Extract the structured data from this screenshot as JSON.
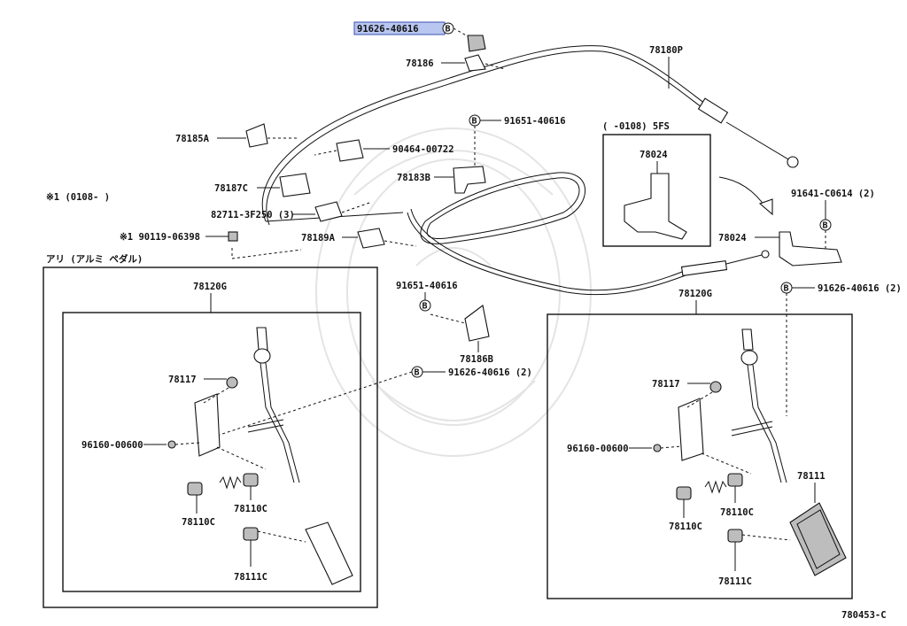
{
  "diagram_code": "780453-C",
  "highlighted_part": "91626-40616",
  "callout_letter": "B",
  "groups": {
    "note1": "※1 (0108-     )",
    "aluminum_pedal": "アリ (アルミ  ペダル)",
    "mt_5fs": "(     -0108) 5FS"
  },
  "labels": {
    "p91626_top": "91626-40616",
    "p78186": "78186",
    "p78180P": "78180P",
    "p91651_a": "91651-40616",
    "p78185A": "78185A",
    "p90464": "90464-00722",
    "p78183B": "78183B",
    "p78187C": "78187C",
    "p82711": "82711-3F250 (3)",
    "p90119": "※1 90119-06398",
    "p78189A": "78189A",
    "p78024_inset": "78024",
    "p78024": "78024",
    "p91641": "91641-C0614 (2)",
    "p91626_right": "91626-40616 (2)",
    "p91651_b": "91651-40616",
    "p78186B": "78186B",
    "p91626_mid": "91626-40616 (2)",
    "p78120G_left": "78120G",
    "p78117_left": "78117",
    "p96160_left": "96160-00600",
    "p78110C_left_a": "78110C",
    "p78110C_left_b": "78110C",
    "p78111C_left": "78111C",
    "p78120G_right": "78120G",
    "p78117_right": "78117",
    "p96160_right": "96160-00600",
    "p78110C_right_a": "78110C",
    "p78110C_right_b": "78110C",
    "p78111": "78111",
    "p78111C_right": "78111C"
  }
}
